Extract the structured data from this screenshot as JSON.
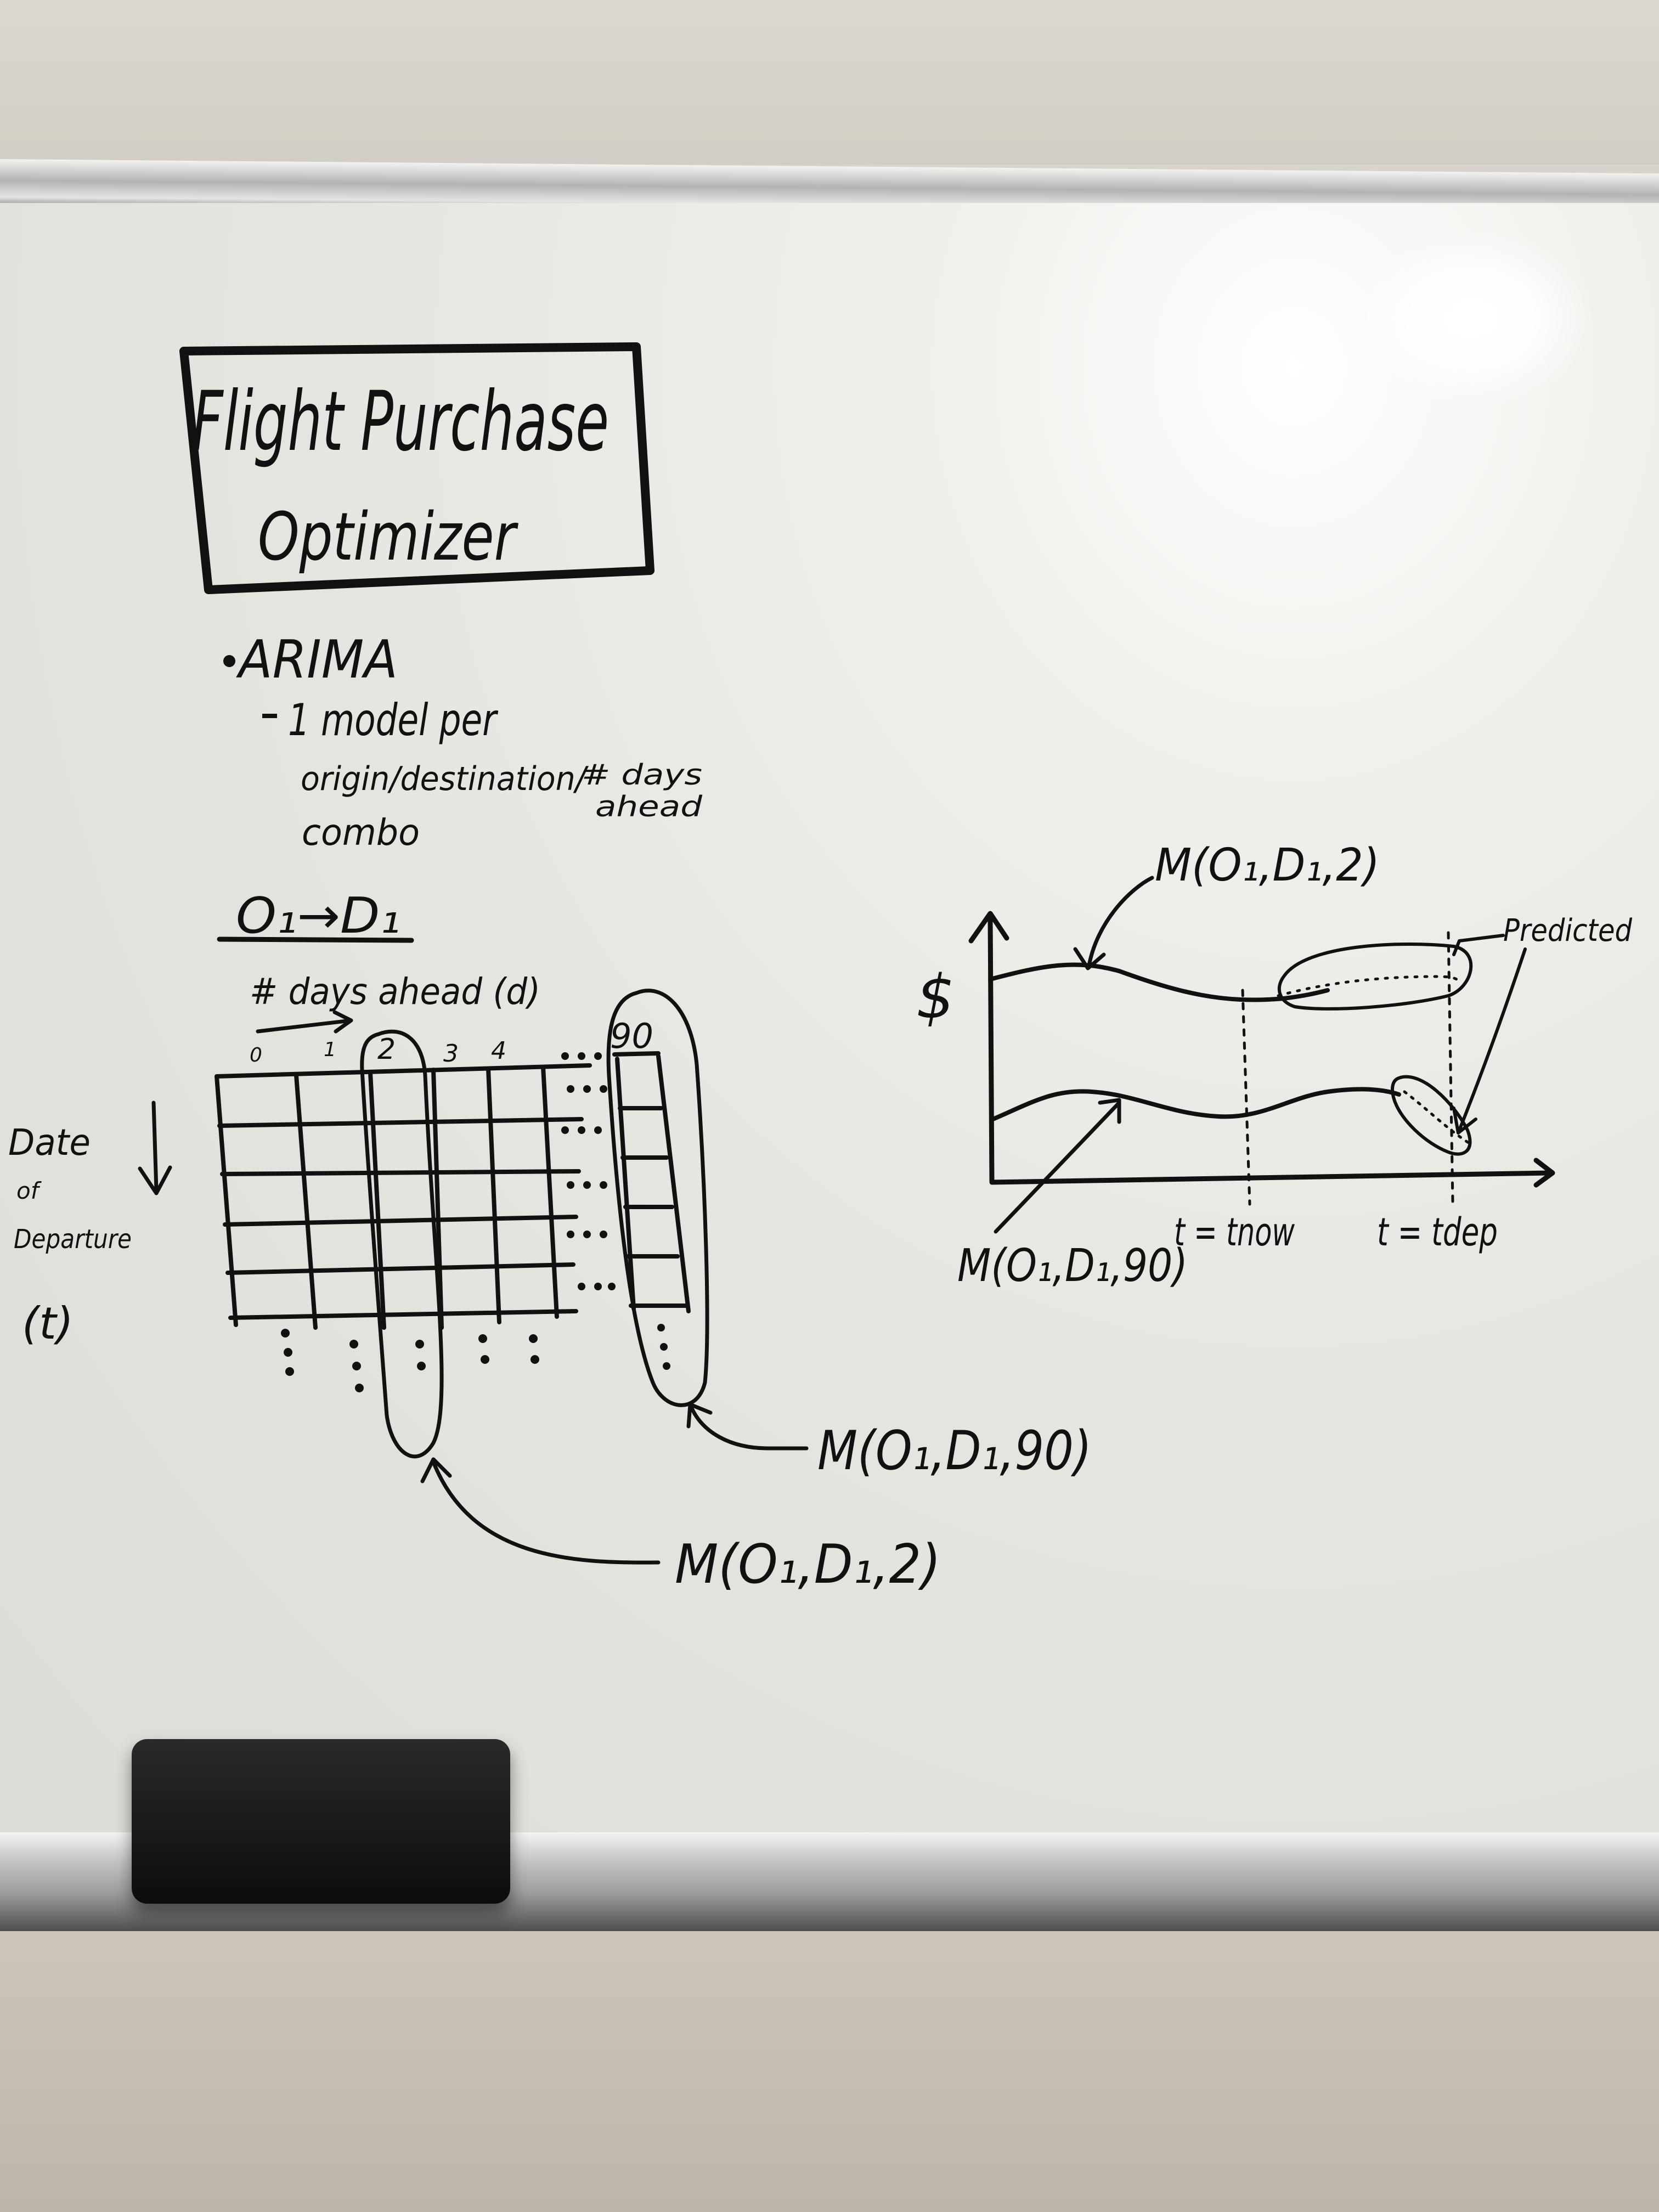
{
  "board": {
    "title_line1": "Flight Purchase",
    "title_line2": "Optimizer",
    "bullet": "ARIMA",
    "sub_bullet": "1 model per",
    "combo_line1": "origin/destination/",
    "combo_days": "# days",
    "combo_ahead": "ahead",
    "combo_line2": "combo",
    "route": "O₁→D₁",
    "grid_header": "# days ahead (d)",
    "col_labels": [
      "0",
      "1",
      "2",
      "3",
      "4",
      "90"
    ],
    "row_label_line1": "Date",
    "row_label_line2": "of",
    "row_label_line3": "Departure",
    "row_label_line4": "(t)",
    "callout_90": "M(O₁,D₁,90)",
    "callout_2": "M(O₁,D₁,2)",
    "graph_y_label": "$",
    "graph_top_callout": "M(O₁,D₁,2)",
    "graph_bottom_callout": "M(O₁,D₁,90)",
    "graph_predicted": "Predicted",
    "t_now": "t = tnow",
    "t_dep": "t = tdep"
  },
  "colors": {
    "ink": "#111111",
    "board": "#ecebe7",
    "tray": "#a3a4a1",
    "eraser": "#141414"
  }
}
